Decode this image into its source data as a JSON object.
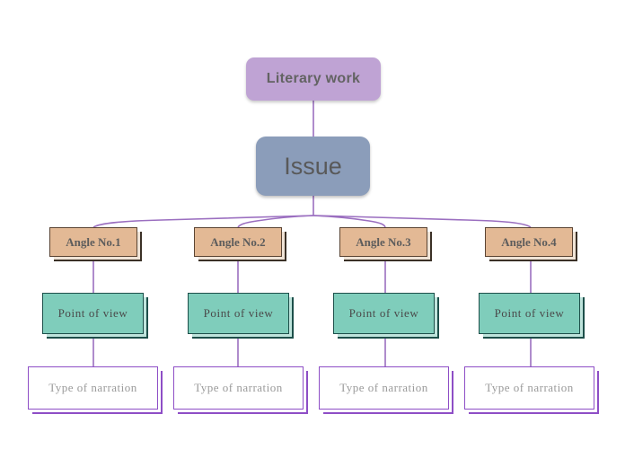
{
  "diagram": {
    "title_node": {
      "label": "Literary work"
    },
    "issue_node": {
      "label": "Issue"
    },
    "branches": [
      {
        "angle": "Angle No.1",
        "point_of_view": "Point  of  view",
        "type_of_narration": "Type  of  narration"
      },
      {
        "angle": "Angle No.2",
        "point_of_view": "Point  of  view",
        "type_of_narration": "Type  of  narration"
      },
      {
        "angle": "Angle No.3",
        "point_of_view": "Point  of  view",
        "type_of_narration": "Type  of  narration"
      },
      {
        "angle": "Angle No.4",
        "point_of_view": "Point  of  view",
        "type_of_narration": "Type  of  narration"
      }
    ]
  },
  "colors": {
    "background": "#ffffff",
    "root_fill": "#bfa3d4",
    "issue_fill": "#8b9dba",
    "angle_fill": "#e3b995",
    "angle_border": "#5a4433",
    "pov_fill": "#7fcdbb",
    "pov_border": "#1d4f4a",
    "type_fill": "#ffffff",
    "type_border": "#8e4ec6",
    "connector": "#9b6fc0",
    "text_gray": "#5c5c5c"
  }
}
